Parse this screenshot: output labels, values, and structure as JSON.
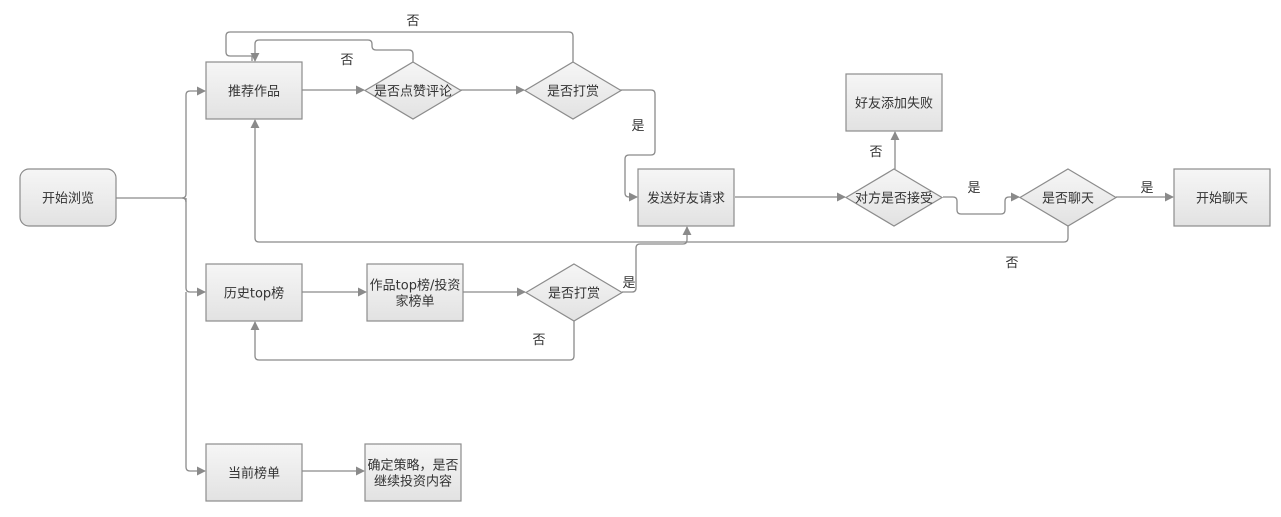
{
  "diagram": {
    "colors": {
      "node_fill_top": "#f6f6f6",
      "node_fill_bottom": "#e2e2e2",
      "node_stroke": "#8c8c8c",
      "edge": "#8a8a8a",
      "text": "#333333"
    },
    "nodes": {
      "start_browse": {
        "label": [
          "开始浏览"
        ],
        "shape": "rounded-rect"
      },
      "recommend_works": {
        "label": [
          "推荐作品"
        ],
        "shape": "rect"
      },
      "like_comment_q": {
        "label": [
          "是否点赞评论"
        ],
        "shape": "diamond"
      },
      "tip_q1": {
        "label": [
          "是否打赏"
        ],
        "shape": "diamond"
      },
      "send_friend_request": {
        "label": [
          "发送好友请求"
        ],
        "shape": "rect"
      },
      "accept_q": {
        "label": [
          "对方是否接受"
        ],
        "shape": "diamond"
      },
      "friend_add_failed": {
        "label": [
          "好友添加失败"
        ],
        "shape": "rect"
      },
      "chat_q": {
        "label": [
          "是否聊天"
        ],
        "shape": "diamond"
      },
      "start_chat": {
        "label": [
          "开始聊天"
        ],
        "shape": "rect"
      },
      "history_top": {
        "label": [
          "历史top榜"
        ],
        "shape": "rect"
      },
      "works_investor_list": {
        "label": [
          "作品top榜/投资",
          "家榜单"
        ],
        "shape": "rect"
      },
      "tip_q2": {
        "label": [
          "是否打赏"
        ],
        "shape": "diamond"
      },
      "current_list": {
        "label": [
          "当前榜单"
        ],
        "shape": "rect"
      },
      "decide_strategy": {
        "label": [
          "确定策略，是否",
          "继续投资内容"
        ],
        "shape": "rect"
      }
    },
    "edge_labels": {
      "tip1_no": "否",
      "like_no": "否",
      "tip1_yes": "是",
      "accept_no": "否",
      "accept_yes": "是",
      "chat_yes": "是",
      "chat_no": "否",
      "tip2_yes": "是",
      "tip2_no": "否"
    }
  }
}
